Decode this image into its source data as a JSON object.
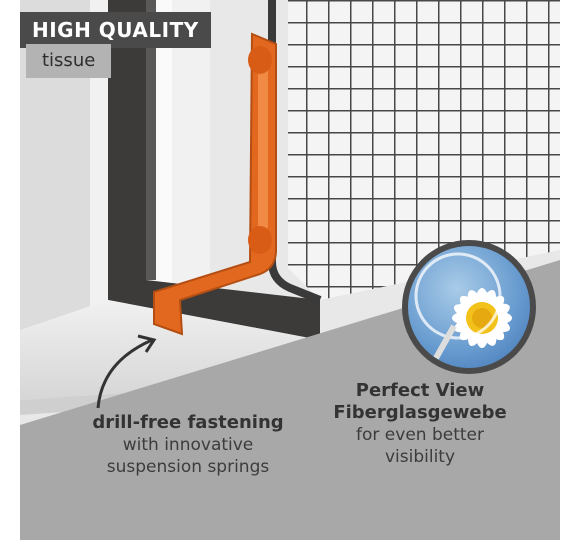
{
  "badge": {
    "title": "HIGH QUALITY",
    "subtitle": "tissue"
  },
  "features": {
    "fastening": {
      "headline": "drill-free fastening",
      "line1": "with innovative",
      "line2": "suspension springs"
    },
    "view": {
      "headline1": "Perfect View",
      "headline2": "Fiberglasgewebe",
      "line1": "for even better",
      "line2": "visibility"
    }
  },
  "colors": {
    "badge_dark": "#4a4a4a",
    "badge_light": "#b3b3b3",
    "bracket_orange": "#e2681f",
    "frame_dark": "#3c3b3a",
    "mesh": "#474747",
    "panel_gray": "#a8a8a8"
  },
  "icons": {
    "arrow": "curved-arrow-icon",
    "magnifier": "magnifier-daisy-icon"
  }
}
